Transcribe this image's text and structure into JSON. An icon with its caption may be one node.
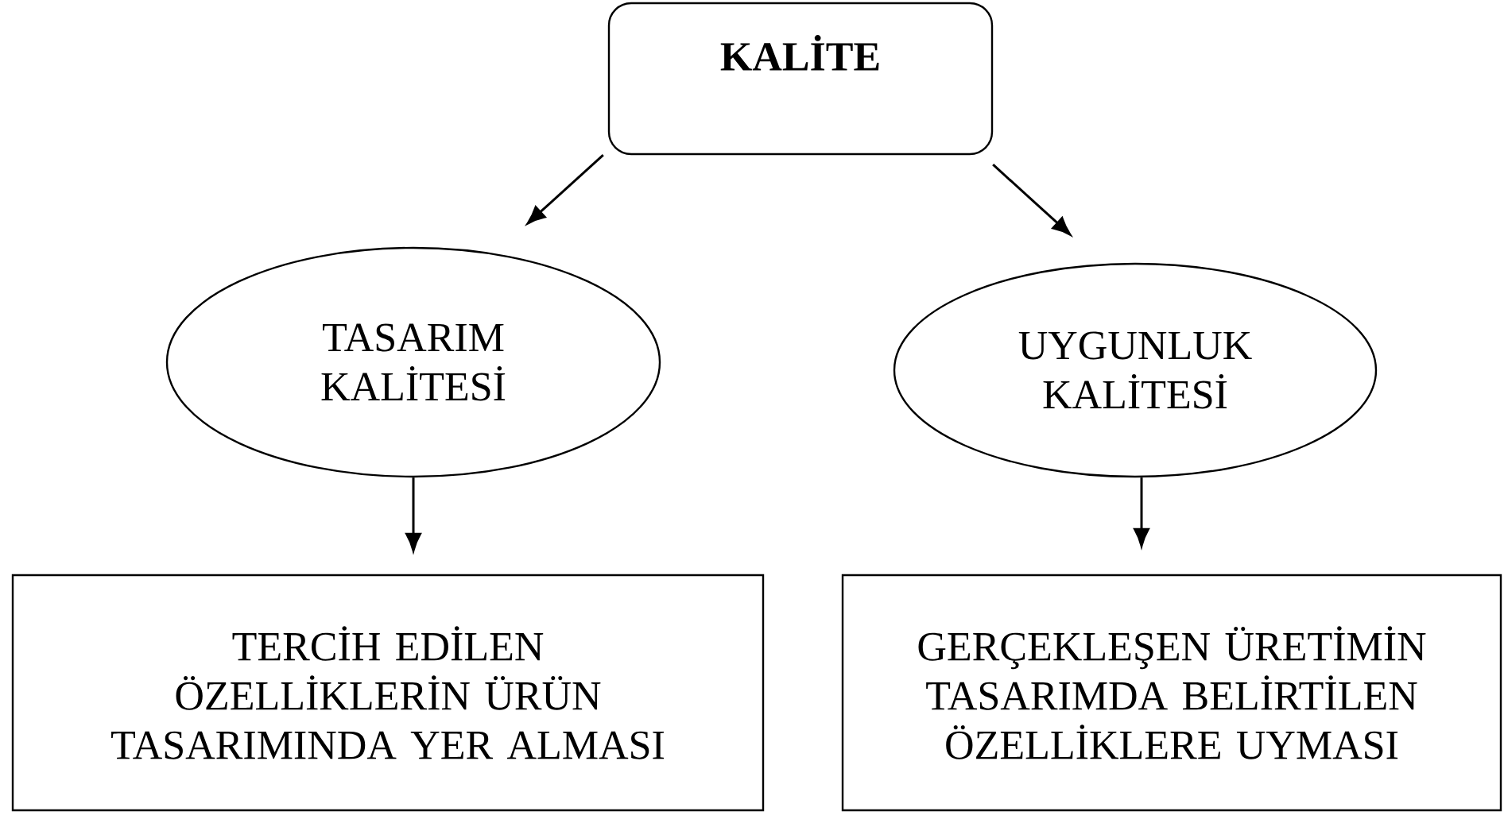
{
  "diagram": {
    "nodes": [
      {
        "text": [
          "KALİTE"
        ]
      },
      {
        "text": [
          "TASARIM KALİTESİ"
        ]
      },
      {
        "text": [
          "UYGUNLUK KALİTESİ"
        ]
      },
      {
        "text": [
          "TERCİH EDİLEN ÖZELLİKLERİN ÜRÜN TASARIMINDA YER ALMASI"
        ]
      },
      {
        "text": [
          "GERÇEKLEŞEN ÜRETİMİN TASARIMDA BELİRTİLEN ÖZELLİKLERE UYMASI"
        ]
      }
    ],
    "edges": [
      {
        "from": 0,
        "to": 1,
        "arrow": "to"
      },
      {
        "from": 0,
        "to": 2,
        "arrow": "to"
      },
      {
        "from": 1,
        "to": 3,
        "arrow": "to"
      },
      {
        "from": 2,
        "to": 4,
        "arrow": "to"
      }
    ]
  }
}
